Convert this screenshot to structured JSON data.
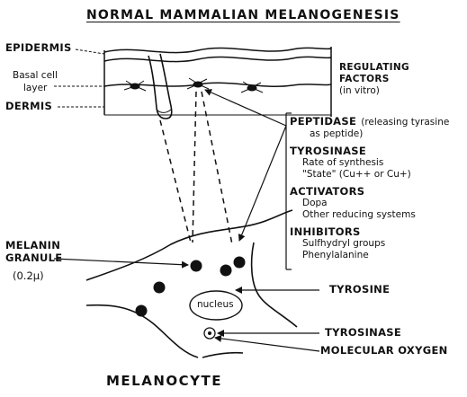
{
  "title": "NORMAL MAMMALIAN MELANOGENESIS",
  "skin_labels": {
    "epidermis": "EPIDERMIS",
    "basal_line1": "Basal cell",
    "basal_line2": "layer",
    "dermis": "DERMIS"
  },
  "regulating": {
    "line1": "REGULATING",
    "line2": "FACTORS",
    "line3": "(in vitro)"
  },
  "factors": [
    {
      "head": "PEPTIDASE",
      "head_note": "(releasing tyrasine",
      "items": [
        "as peptide)"
      ]
    },
    {
      "head": "TYROSINASE",
      "head_note": "",
      "items": [
        "Rate of synthesis",
        "\"State\" (Cu++ or Cu+)"
      ]
    },
    {
      "head": "ACTIVATORS",
      "head_note": "",
      "items": [
        "Dopa",
        "Other reducing systems"
      ]
    },
    {
      "head": "INHIBITORS",
      "head_note": "",
      "items": [
        "Sulfhydryl groups",
        "Phenylalanine"
      ]
    }
  ],
  "melanin": {
    "line1": "MELANIN",
    "line2": "GRANULE",
    "size": "(0.2μ)"
  },
  "cell_labels": {
    "nucleus": "nucleus",
    "tyrosine": "TYROSINE",
    "tyrosinase": "TYROSINASE",
    "oxygen": "MOLECULAR OXYGEN"
  },
  "bottom_title": "MELANOCYTE"
}
